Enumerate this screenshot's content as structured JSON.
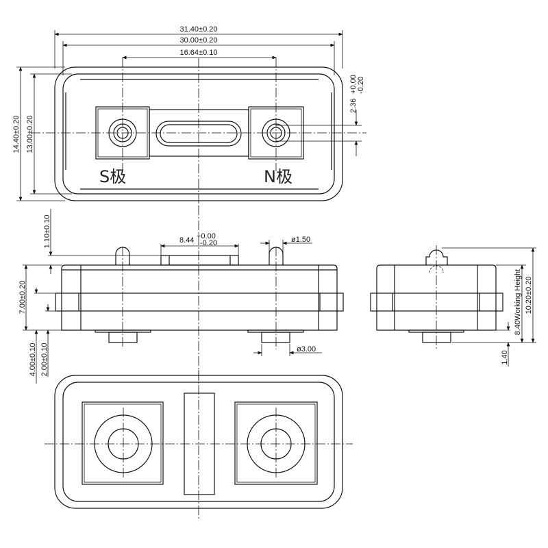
{
  "top_view": {
    "dim_overall_width": "31.40±0.20",
    "dim_inner_width": "30.00±0.20",
    "dim_pole_spacing": "16.64±0.10",
    "dim_overall_height": "14.40±0.20",
    "dim_inner_height": "13.00±0.20",
    "dim_offset_upper": "+0.00",
    "dim_offset_lower": "-0.20",
    "dim_offset_value": "2.36",
    "label_s": "S极",
    "label_n": "N极"
  },
  "side_view": {
    "dim_pin_height": "1.10±0.10",
    "dim_slot_value": "8.44",
    "dim_slot_upper": "+0.00",
    "dim_slot_lower": "-0.20",
    "dim_pin_diameter": "ø1.50",
    "dim_body_height": "7.00±0.20",
    "dim_flange_a": "4.00±0.10",
    "dim_flange_b": "2.00±0.10",
    "dim_base_diameter": "ø3.00"
  },
  "end_view": {
    "dim_total_height": "10.20±0.20",
    "dim_working_height": "8.40Working Height",
    "dim_base": "1.40"
  }
}
